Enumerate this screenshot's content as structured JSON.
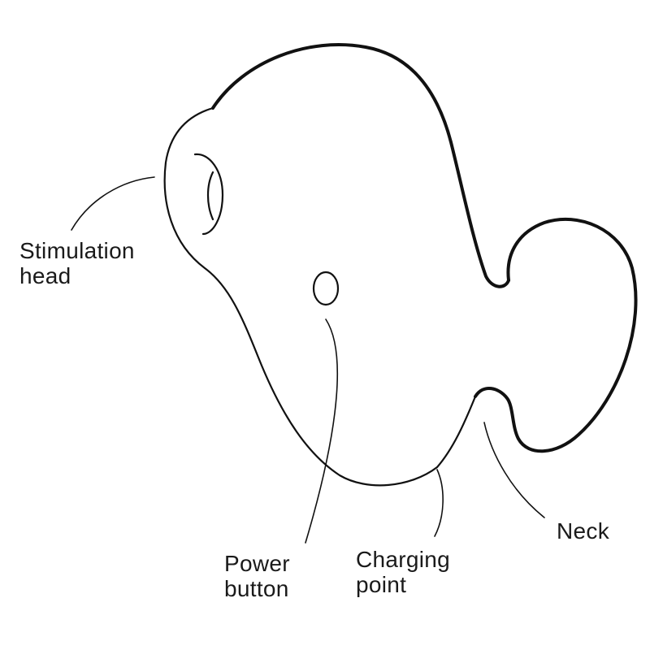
{
  "labels": {
    "stimulation_head": [
      "Stimulation",
      "head"
    ],
    "power_button": [
      "Power",
      "button"
    ],
    "charging_point": [
      "Charging",
      "point"
    ],
    "neck": [
      "Neck"
    ]
  }
}
